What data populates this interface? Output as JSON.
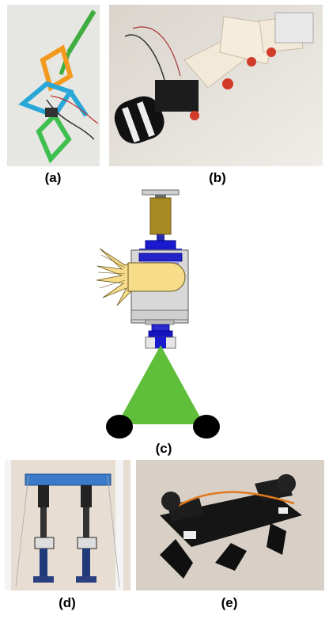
{
  "captions": {
    "a": "(a)",
    "b": "(b)",
    "c": "(c)",
    "d": "(d)",
    "e": "(e)"
  },
  "colors": {
    "green": "#5fbf3a",
    "blue": "#1a1ad0",
    "olive": "#a88a22",
    "grey": "#d6d6d6",
    "cream": "#f7dc8a",
    "black": "#000000"
  }
}
